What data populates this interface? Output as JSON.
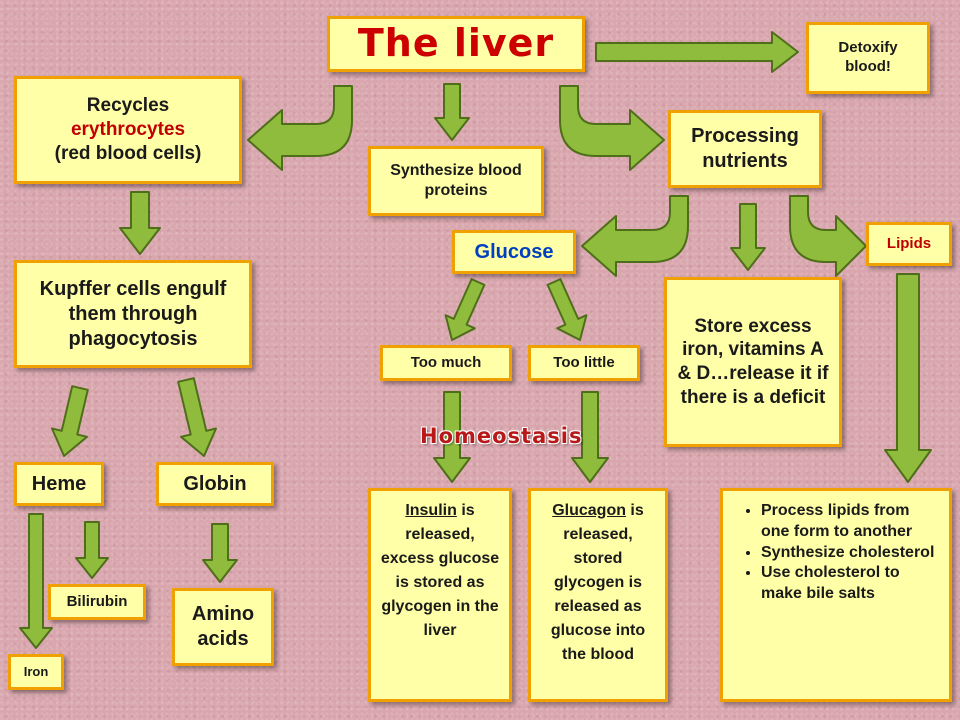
{
  "title": "The liver",
  "detox": "Detoxify blood!",
  "recycles": {
    "line1": "Recycles",
    "line2": "erythrocytes",
    "line3": "(red blood cells)"
  },
  "synth_proteins": "Synthesize blood proteins",
  "processing": "Processing nutrients",
  "kupffer": "Kupffer cells engulf them through phagocytosis",
  "glucose": "Glucose",
  "lipids": "Lipids",
  "too_much": "Too much",
  "too_little": "Too little",
  "store": "Store excess iron, vitamins A & D…release it if there is a deficit",
  "homeostasis": "Homeostasis",
  "heme": "Heme",
  "globin": "Globin",
  "bilirubin": "Bilirubin",
  "iron": "Iron",
  "amino": "Amino acids",
  "insulin": {
    "word": "Insulin",
    "rest": " is released, excess glucose is stored as glycogen in the liver"
  },
  "glucagon": {
    "word": "Glucagon",
    "rest": " is released, stored glycogen is released as glucose into the blood"
  },
  "lipid_list": [
    "Process lipids from one form to another",
    "Synthesize cholesterol",
    "Use cholesterol to make bile salts"
  ],
  "colors": {
    "box_fill": "#ffffa8",
    "box_border": "#f0a000",
    "arrow_fill": "#8fbc3c",
    "arrow_stroke": "#4f6e1a",
    "title_red": "#cc0000",
    "glucose_blue": "#0040c0"
  }
}
